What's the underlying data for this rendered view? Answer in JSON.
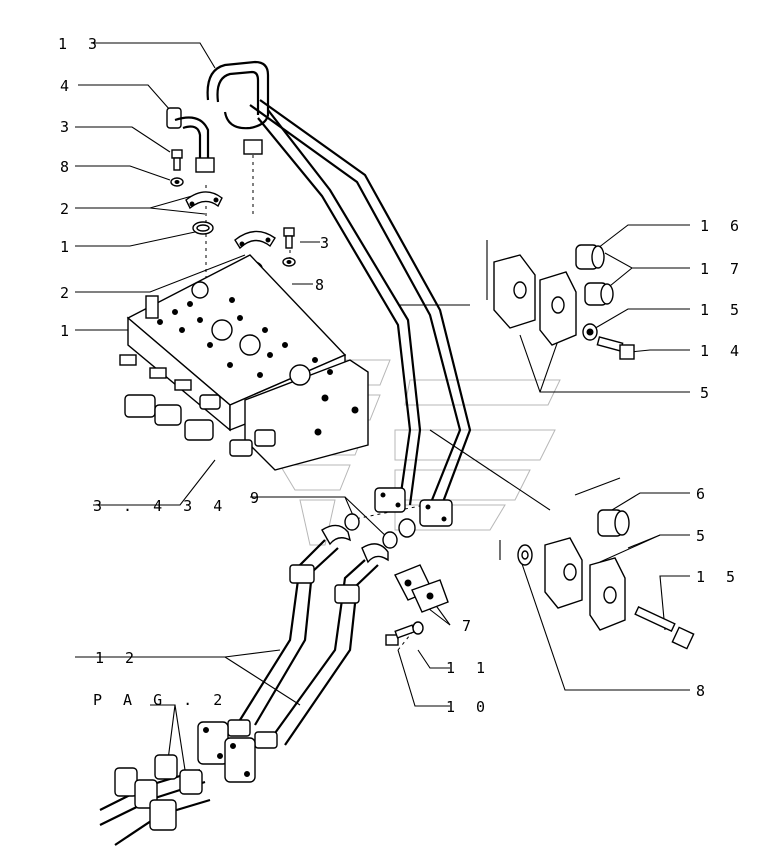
{
  "callouts": [
    {
      "id": "c13",
      "text": "1 3"
    },
    {
      "id": "c4",
      "text": "4"
    },
    {
      "id": "c3a",
      "text": "3"
    },
    {
      "id": "c8a",
      "text": "8"
    },
    {
      "id": "c2a",
      "text": "2"
    },
    {
      "id": "c1a",
      "text": "1"
    },
    {
      "id": "c3b",
      "text": "3"
    },
    {
      "id": "c8b",
      "text": "8"
    },
    {
      "id": "c2b",
      "text": "2"
    },
    {
      "id": "c1b",
      "text": "1"
    },
    {
      "id": "c16",
      "text": "1 6"
    },
    {
      "id": "c17",
      "text": "1 7"
    },
    {
      "id": "c15a",
      "text": "1 5"
    },
    {
      "id": "c14",
      "text": "1 4"
    },
    {
      "id": "c5a",
      "text": "5"
    },
    {
      "id": "c3434",
      "text": "3 . 4 3 4"
    },
    {
      "id": "c9",
      "text": "9"
    },
    {
      "id": "c6",
      "text": "6"
    },
    {
      "id": "c5b",
      "text": "5"
    },
    {
      "id": "c15b",
      "text": "1 5"
    },
    {
      "id": "c7",
      "text": "7"
    },
    {
      "id": "c12",
      "text": "1 2"
    },
    {
      "id": "c11",
      "text": "1 1"
    },
    {
      "id": "c10",
      "text": "1 0"
    },
    {
      "id": "c8c",
      "text": "8"
    },
    {
      "id": "cpag",
      "text": "P A G . 2"
    }
  ]
}
